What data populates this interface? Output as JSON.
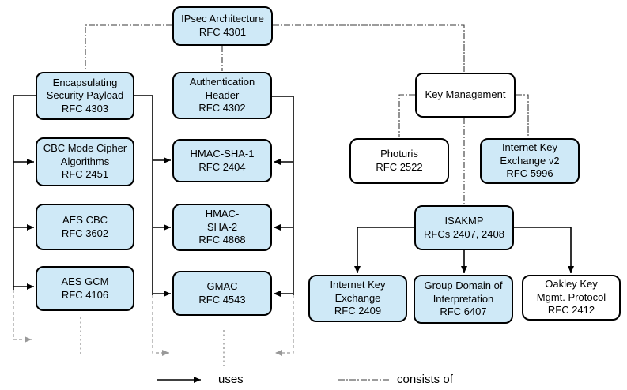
{
  "diagram": {
    "boxes": {
      "ipsec": {
        "label": "IPsec Architecture\nRFC 4301",
        "style": "blue"
      },
      "esp": {
        "label": "Encapsulating\nSecurity Payload\nRFC 4303",
        "style": "blue"
      },
      "ah": {
        "label": "Authentication\nHeader\nRFC 4302",
        "style": "blue"
      },
      "key_management": {
        "label": "Key Management",
        "style": "white"
      },
      "cbc_mode": {
        "label": "CBC Mode Cipher\nAlgorithms\nRFC 2451",
        "style": "blue"
      },
      "hmac_sha1": {
        "label": "HMAC-SHA-1\nRFC 2404",
        "style": "blue"
      },
      "photuris": {
        "label": "Photuris\nRFC 2522",
        "style": "white"
      },
      "ikev2": {
        "label": "Internet Key\nExchange v2\nRFC 5996",
        "style": "blue"
      },
      "aes_cbc": {
        "label": "AES CBC\nRFC 3602",
        "style": "blue"
      },
      "hmac_sha2": {
        "label": "HMAC-\nSHA-2\nRFC 4868",
        "style": "blue"
      },
      "isakmp": {
        "label": "ISAKMP\nRFCs 2407, 2408",
        "style": "blue"
      },
      "aes_gcm": {
        "label": "AES GCM\nRFC 4106",
        "style": "blue"
      },
      "gmac": {
        "label": "GMAC\nRFC 4543",
        "style": "blue"
      },
      "ike": {
        "label": "Internet Key\nExchange\nRFC 2409",
        "style": "blue"
      },
      "gdoi": {
        "label": "Group Domain of\nInterpretation\nRFC 6407",
        "style": "blue"
      },
      "oakley": {
        "label": "Oakley Key\nMgmt. Protocol\nRFC 2412",
        "style": "white"
      }
    },
    "legend": {
      "uses_label": "uses",
      "consists_of_label": "consists of"
    },
    "colors": {
      "box_fill_blue": "#cfe9f7",
      "box_fill_white": "#ffffff",
      "box_border": "#000000",
      "solid_line": "#000000",
      "dashdot_line": "#3a3a3a",
      "gray_line": "#999999"
    }
  }
}
